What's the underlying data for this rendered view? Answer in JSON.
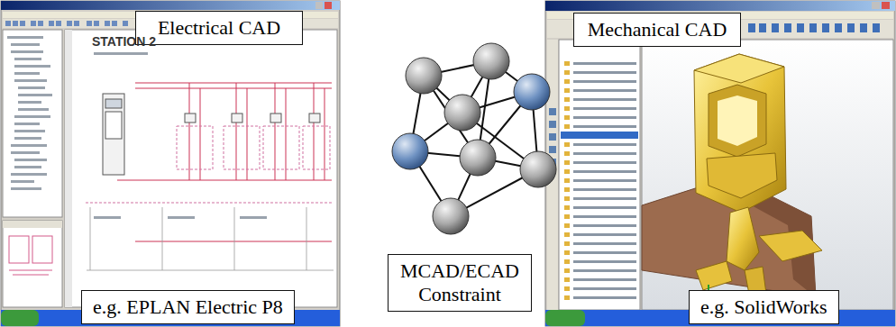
{
  "diagram": {
    "nodes": [
      {
        "text": [
          "Electrical CAD"
        ]
      },
      {
        "text": [
          "Mechanical CAD"
        ]
      },
      {
        "text": [
          "e.g. EPLAN Electric P8"
        ]
      },
      {
        "text": [
          "MCAD/ECAD Constraint"
        ]
      },
      {
        "text": [
          "e.g. SolidWorks"
        ]
      }
    ],
    "labels": [
      "STATION 2"
    ]
  }
}
